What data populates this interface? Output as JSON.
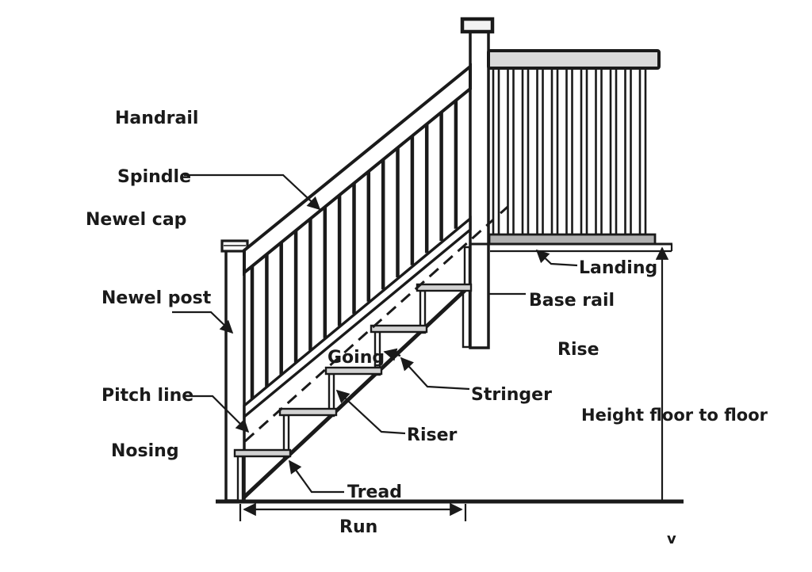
{
  "figure": {
    "title": "Staircase parts diagram",
    "type": "labeled line-art diagram of a staircase with landing",
    "parts": [
      "Handrail",
      "Spindle",
      "Newel cap",
      "Newel post",
      "Pitch line",
      "Nosing",
      "Tread",
      "Run",
      "Going",
      "Riser",
      "Stringer",
      "Base rail",
      "Rise",
      "Height floor to floor",
      "Landing"
    ]
  },
  "labels": {
    "handrail": "Handrail",
    "spindle": "Spindle",
    "newel_cap": "Newel cap",
    "newel_post": "Newel post",
    "pitch_line": "Pitch line",
    "nosing": "Nosing",
    "tread": "Tread",
    "run": "Run",
    "going": "Going",
    "riser": "Riser",
    "stringer": "Stringer",
    "base_rail": "Base rail",
    "rise": "Rise",
    "height_floor_to_floor": "Height floor to floor",
    "landing": "Landing",
    "bottom_marker": "v"
  },
  "colors": {
    "ink": "#1a1a1a",
    "tread_fill": "#d2d2d2",
    "top_rail_fill": "#d9d9d9",
    "bottom_rail_fill": "#b0b0b0",
    "background": "#ffffff"
  },
  "counts": {
    "stair_treads": 5,
    "stair_risers": 6,
    "stair_spindles": 15,
    "landing_spindles": 11
  }
}
